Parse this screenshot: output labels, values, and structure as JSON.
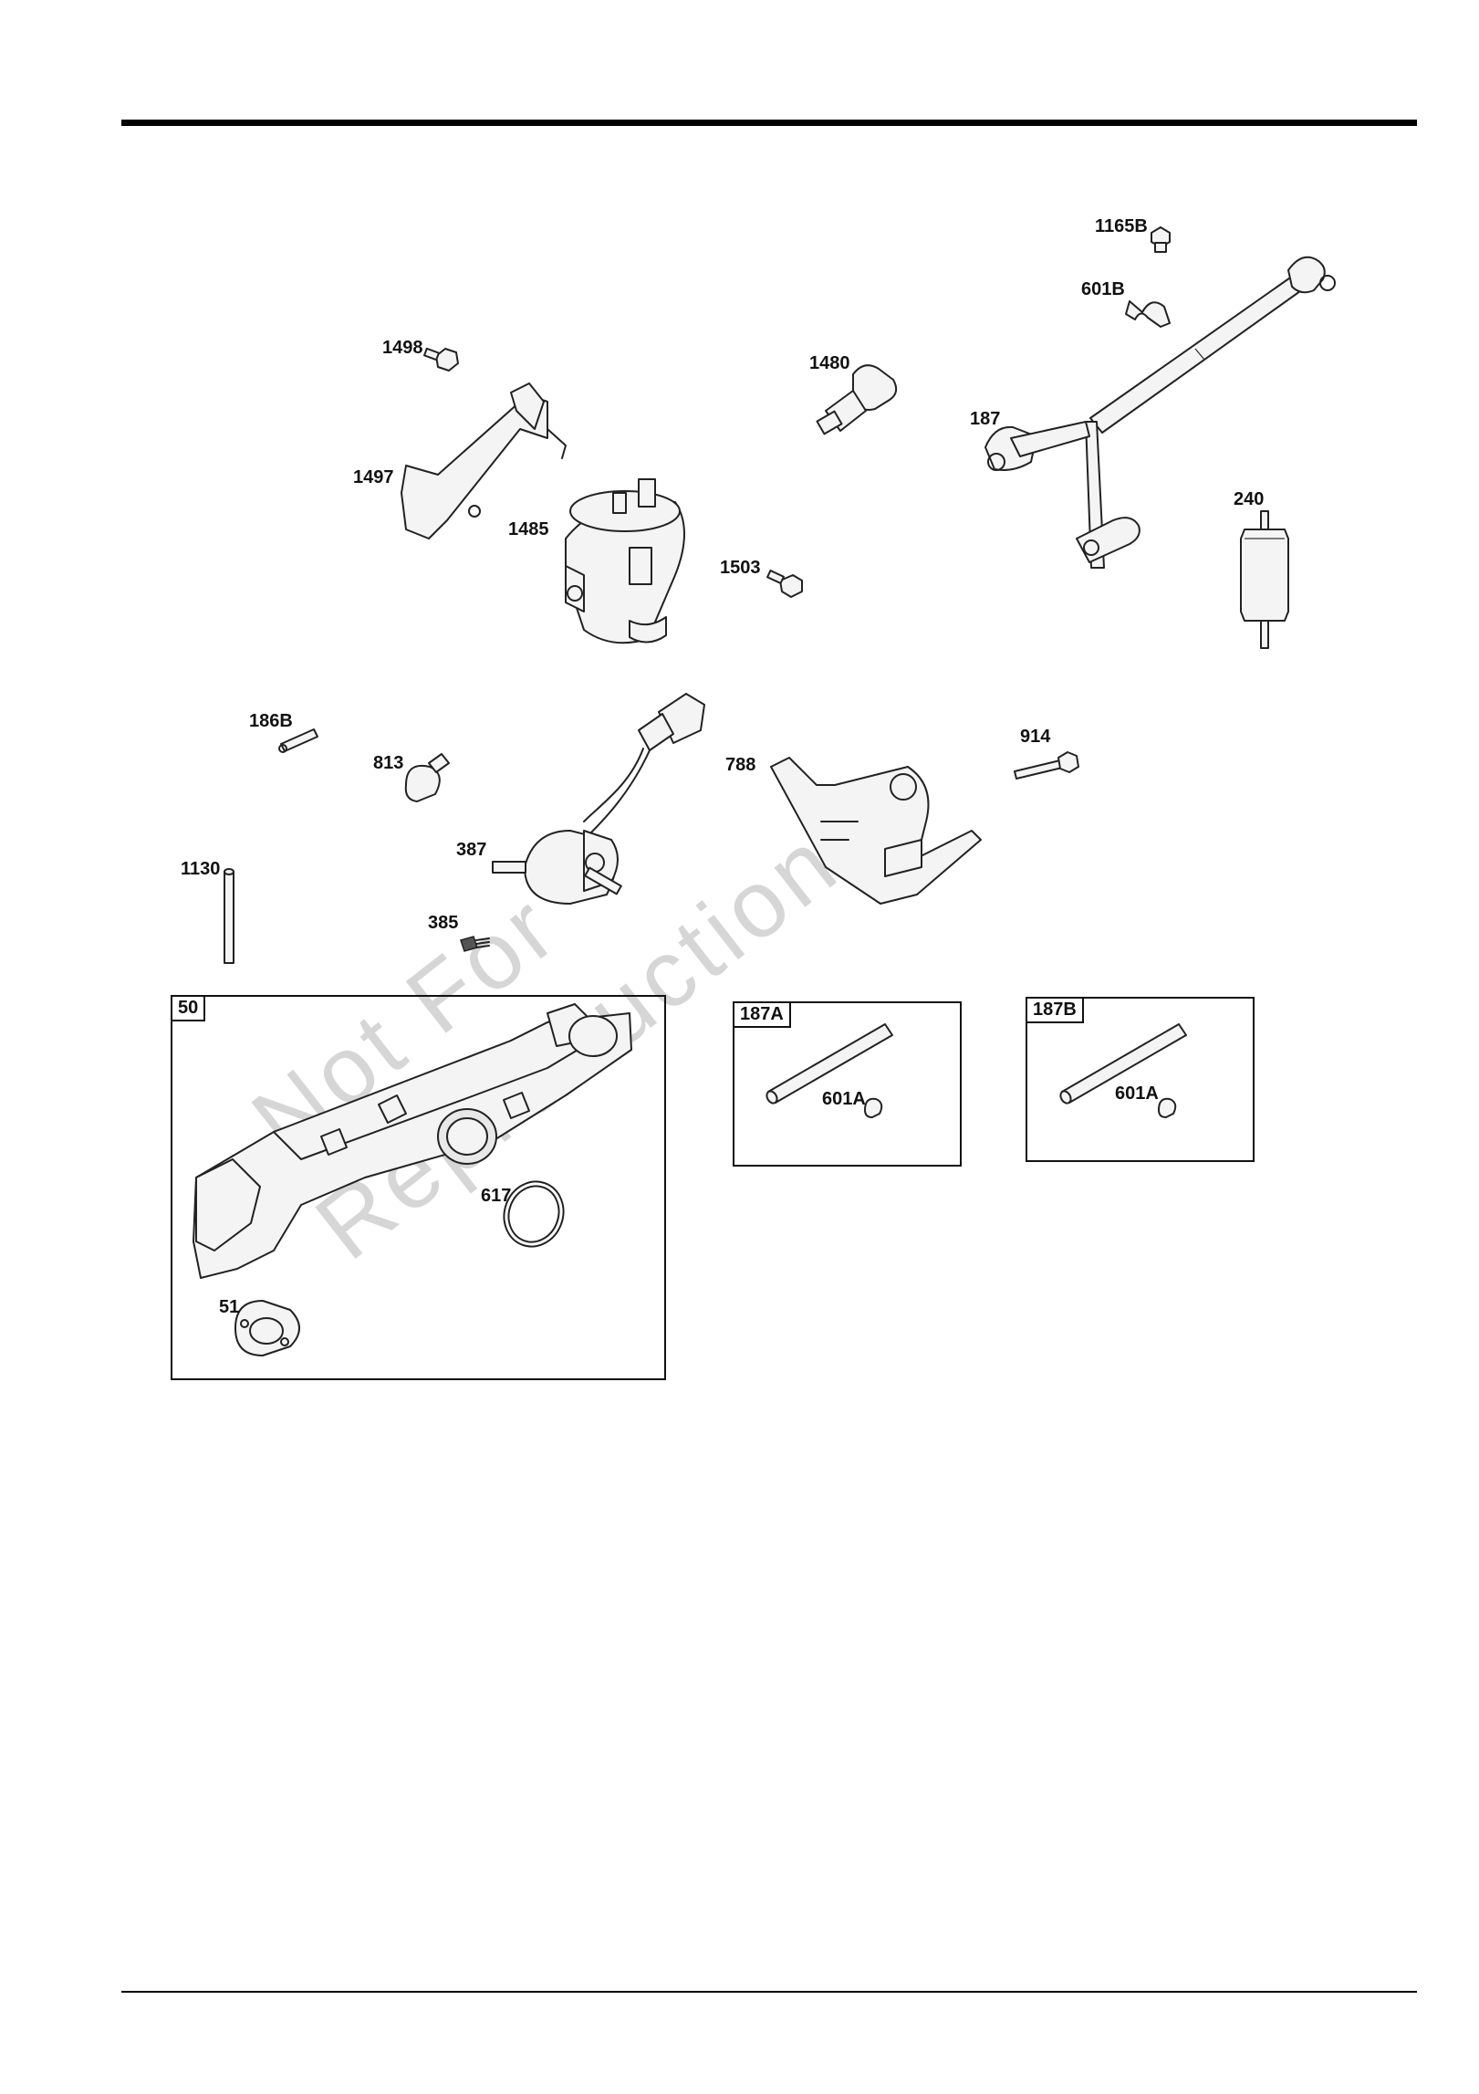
{
  "watermark": {
    "line1": "Not For",
    "line2": "Reproduction"
  },
  "callouts": {
    "c1165B": "1165B",
    "c601B": "601B",
    "c1498": "1498",
    "c1480": "1480",
    "c187": "187",
    "c1497": "1497",
    "c240": "240",
    "c1485": "1485",
    "c1503": "1503",
    "c186B": "186B",
    "c914": "914",
    "c813": "813",
    "c788": "788",
    "c387": "387",
    "c1130": "1130",
    "c385": "385",
    "c617": "617",
    "c51": "51",
    "c601A_1": "601A",
    "c601A_2": "601A"
  },
  "boxes": {
    "b50": "50",
    "b187A": "187A",
    "b187B": "187B"
  }
}
